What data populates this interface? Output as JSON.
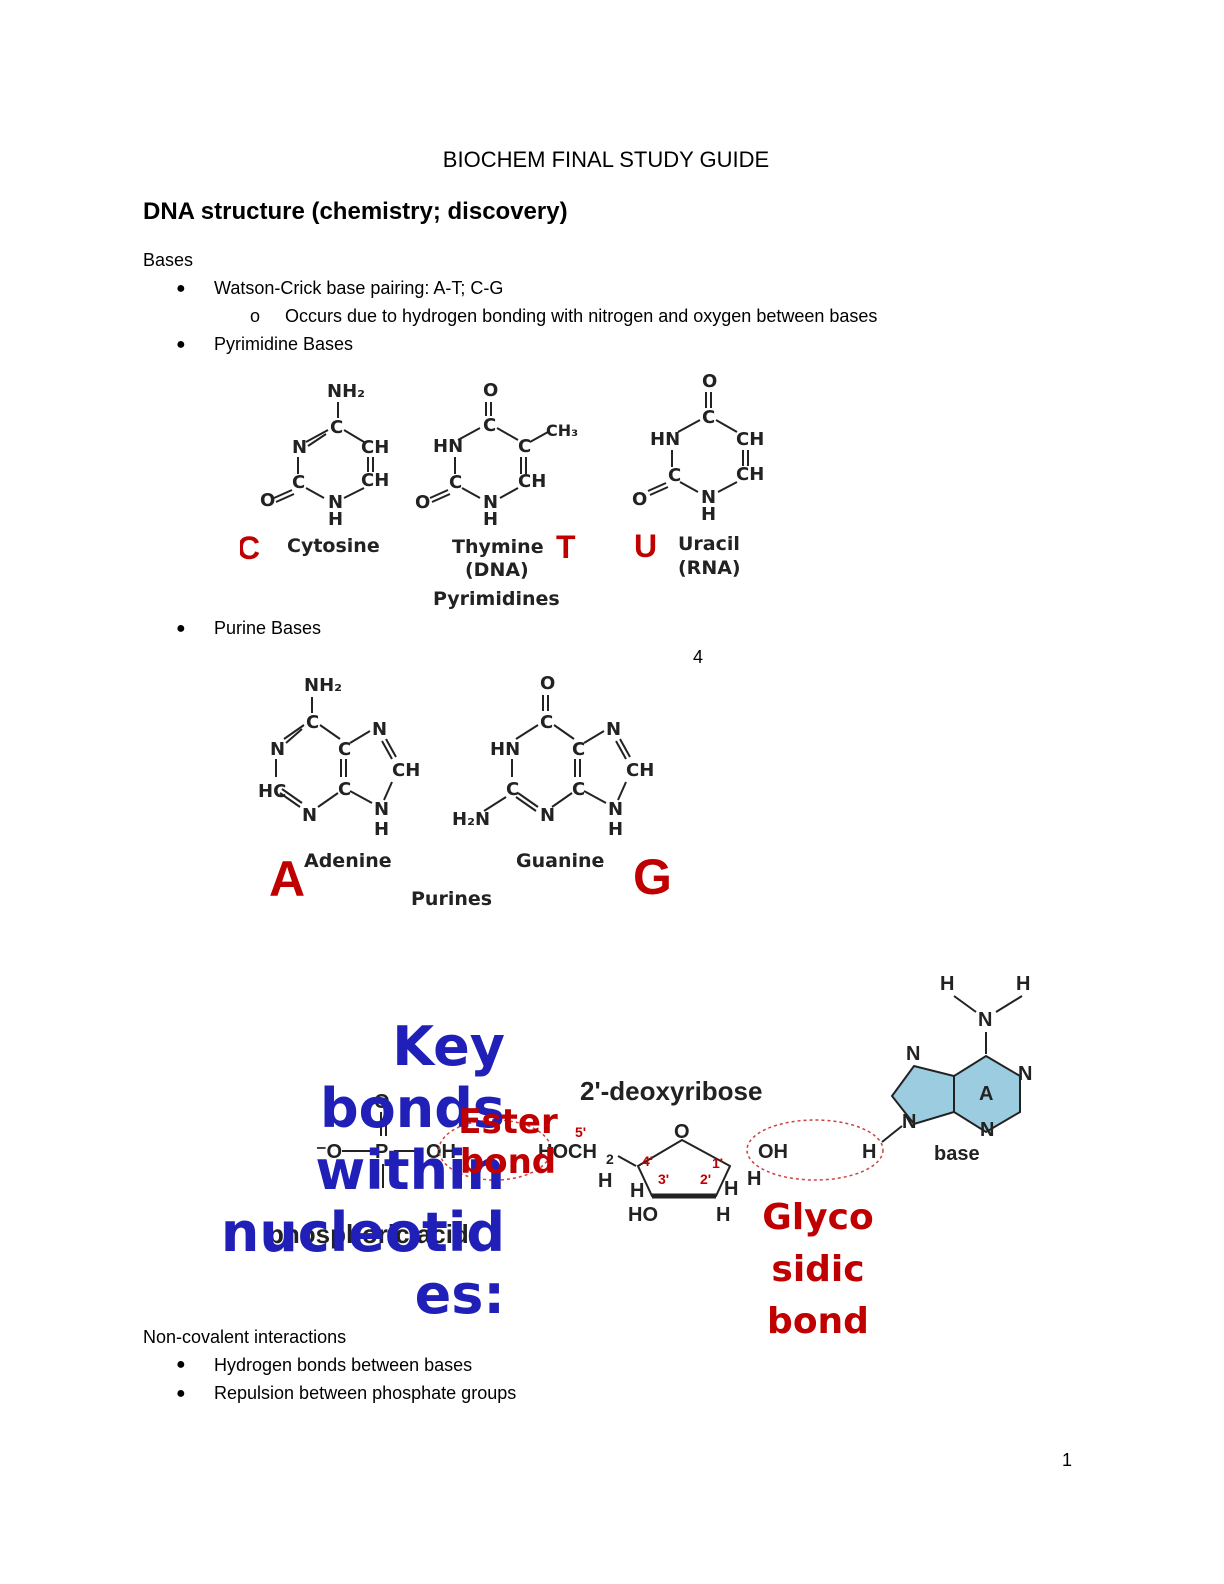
{
  "title": "BIOCHEM FINAL STUDY GUIDE",
  "section_heading": "DNA structure (chemistry; discovery)",
  "bases_label": "Bases",
  "bullets": {
    "pairing": "Watson-Crick base pairing: A-T; C-G",
    "pairing_sub": "Occurs due to hydrogen bonding with nitrogen and oxygen between bases",
    "pyrimidine": "Pyrimidine Bases",
    "purine": "Purine Bases"
  },
  "sub_marker": "o",
  "pyrimidines": {
    "cytosine": "Cytosine",
    "thymine": "Thymine",
    "thymine_note": "(DNA)",
    "uracil": "Uracil",
    "uracil_note": "(RNA)",
    "group_label": "Pyrimidines",
    "letter_c": "C",
    "letter_t": "T",
    "letter_u": "U"
  },
  "stray_number": "4",
  "purines": {
    "adenine": "Adenine",
    "guanine": "Guanine",
    "group_label": "Purines",
    "letter_a": "A",
    "letter_g": "G"
  },
  "nucleotide": {
    "key_bonds": [
      "Key bonds",
      "within",
      "nucleotid",
      "es:"
    ],
    "ester_bond": [
      "Ester",
      "bond"
    ],
    "glycosidic_bond": [
      "Glyco",
      "sidic",
      "bond"
    ],
    "sugar_label": "2'-deoxyribose",
    "phosphoric_acid": "phosphoric acid",
    "base_label": "base",
    "base_letter": "A",
    "hoch2": "HOCH",
    "oh": "OH",
    "h": "H",
    "ho": "HO",
    "o": "O",
    "p": "P",
    "neg_o": "⁻O",
    "n": "N",
    "positions": [
      "5'",
      "4'",
      "3'",
      "2'",
      "1'"
    ]
  },
  "noncovalent": {
    "label": "Non-covalent interactions",
    "items": [
      "Hydrogen bonds between bases",
      "Repulsion between phosphate groups"
    ]
  },
  "page_number": "1",
  "colors": {
    "red": "#c00000",
    "blue": "#2020b8",
    "base_fill": "#9ccce0"
  }
}
